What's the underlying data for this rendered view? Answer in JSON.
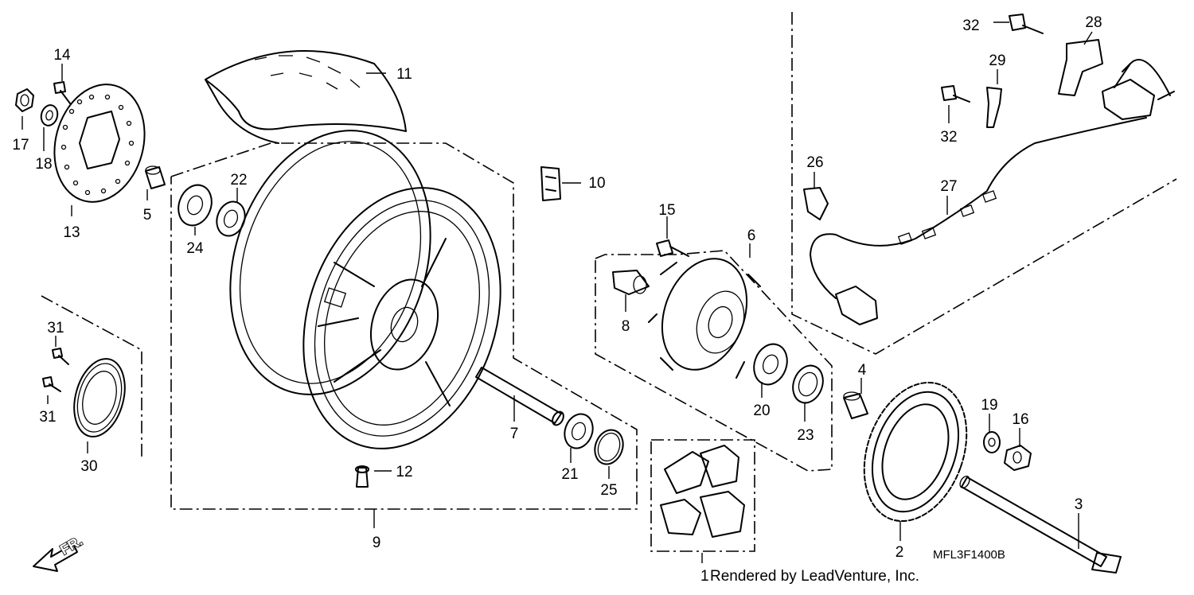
{
  "diagram": {
    "drawing_code": "MFL3F1400B",
    "credit": "Rendered by LeadVenture, Inc.",
    "direction_label": "FR.",
    "callouts": [
      {
        "id": "c1",
        "label": "1"
      },
      {
        "id": "c2",
        "label": "2"
      },
      {
        "id": "c3",
        "label": "3"
      },
      {
        "id": "c4",
        "label": "4"
      },
      {
        "id": "c5",
        "label": "5"
      },
      {
        "id": "c6",
        "label": "6"
      },
      {
        "id": "c7",
        "label": "7"
      },
      {
        "id": "c8",
        "label": "8"
      },
      {
        "id": "c9",
        "label": "9"
      },
      {
        "id": "c10",
        "label": "10"
      },
      {
        "id": "c11",
        "label": "11"
      },
      {
        "id": "c12",
        "label": "12"
      },
      {
        "id": "c13",
        "label": "13"
      },
      {
        "id": "c14",
        "label": "14"
      },
      {
        "id": "c15",
        "label": "15"
      },
      {
        "id": "c16",
        "label": "16"
      },
      {
        "id": "c17",
        "label": "17"
      },
      {
        "id": "c18",
        "label": "18"
      },
      {
        "id": "c19",
        "label": "19"
      },
      {
        "id": "c20",
        "label": "20"
      },
      {
        "id": "c21",
        "label": "21"
      },
      {
        "id": "c22",
        "label": "22"
      },
      {
        "id": "c23",
        "label": "23"
      },
      {
        "id": "c24",
        "label": "24"
      },
      {
        "id": "c25",
        "label": "25"
      },
      {
        "id": "c26",
        "label": "26"
      },
      {
        "id": "c27",
        "label": "27"
      },
      {
        "id": "c28",
        "label": "28"
      },
      {
        "id": "c29",
        "label": "29"
      },
      {
        "id": "c30",
        "label": "30"
      },
      {
        "id": "c31a",
        "label": "31"
      },
      {
        "id": "c31b",
        "label": "31"
      },
      {
        "id": "c32a",
        "label": "32"
      },
      {
        "id": "c32b",
        "label": "32"
      }
    ]
  }
}
